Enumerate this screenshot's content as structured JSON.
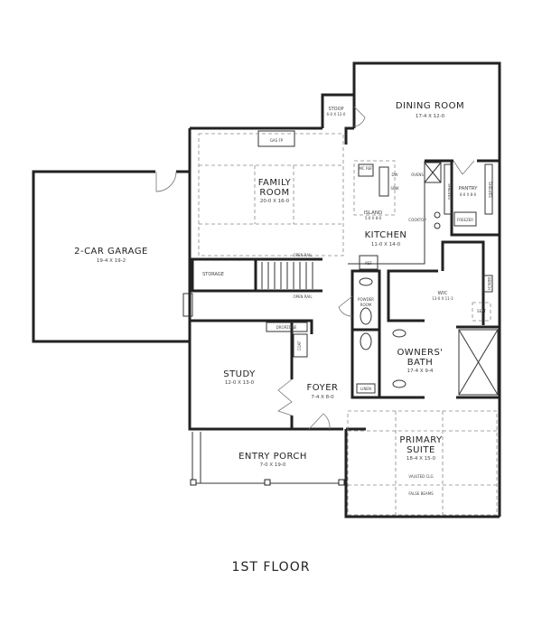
{
  "plan_title": "1ST FLOOR",
  "rooms": {
    "dining": {
      "name": "DINING ROOM",
      "dims": "17-4 X 12-0"
    },
    "stoop": {
      "name": "STOOP",
      "dims": "6-0 X 12-0"
    },
    "family": {
      "name_line1": "FAMILY",
      "name_line2": "ROOM",
      "dims": "20-0 X 16-0"
    },
    "garage": {
      "name": "2-CAR GARAGE",
      "dims": "19-4 X 19-2"
    },
    "kitchen": {
      "name": "KITCHEN",
      "dims": "11-0 X 14-0"
    },
    "island": {
      "name": "ISLAND",
      "dims": "5-0 X 8-0"
    },
    "pantry": {
      "name": "PANTRY",
      "dims": "6-0 X 8-0"
    },
    "wic": {
      "name": "WIC",
      "dims": "13-0 X 11-3"
    },
    "powder": {
      "name_line1": "POWDER",
      "name_line2": "ROOM"
    },
    "owners_bath": {
      "name_line1": "OWNERS'",
      "name_line2": "BATH",
      "dims": "17-4 X 9-4"
    },
    "study": {
      "name": "STUDY",
      "dims": "12-0 X 13-0"
    },
    "foyer": {
      "name": "FOYER",
      "dims": "7-4 X 8-0"
    },
    "entry_porch": {
      "name": "ENTRY PORCH",
      "dims": "7-0 X 19-0"
    },
    "primary_suite": {
      "name_line1": "PRIMARY",
      "name_line2": "SUITE",
      "dims": "18-4 X 15-0"
    },
    "storage": {
      "name": "STORAGE"
    }
  },
  "fixtures": {
    "gas_fp": "GAS FP",
    "open_rail_top": "OPEN RAIL",
    "open_rail_bottom": "OPEN RAIL",
    "mc_ref": "MC REF",
    "dw": "DW",
    "sink": "SINK",
    "ovens": "OVENS",
    "cooktop": "COOKTOP",
    "shelves_left": "SHELVES",
    "shelves_right": "SHELVES",
    "freezer": "FREEZER",
    "ref": "REF",
    "dropzone": "DROPZONE",
    "coat": "COAT",
    "linen": "LINEN",
    "bench": "BENCH",
    "seat": "SEAT",
    "vaulted_clg": "VAULTED CLG",
    "false_beams": "FALSE BEAMS"
  }
}
